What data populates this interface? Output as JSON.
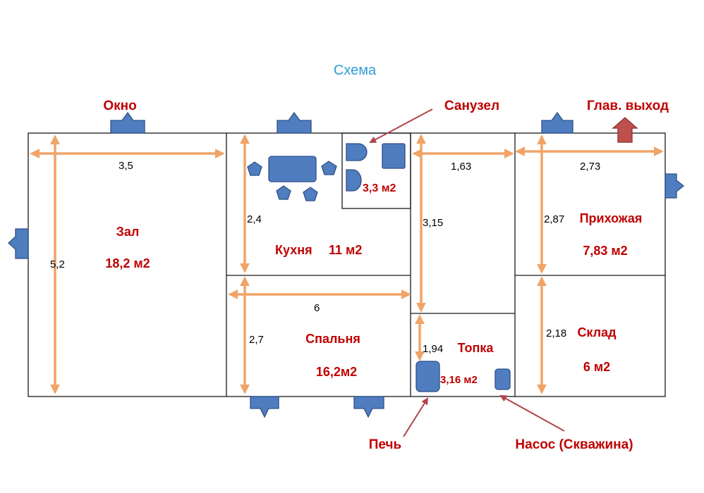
{
  "colors": {
    "wall": "#1a1a1a",
    "dimension_arrow": "#f0a468",
    "furniture_fill": "#4f7dc0",
    "furniture_stroke": "#2e4f86",
    "room_text": "#c00000",
    "callout_text": "#c00000",
    "callout_arrow": "#b0454a",
    "title_text": "#2e9fd6",
    "dimension_text": "#000000"
  },
  "title": "Схема",
  "callouts": {
    "window": "Окно",
    "bathroom": "Санузел",
    "main_exit": "Глав. выход",
    "stove": "Печь",
    "pump": "Насос (Скважина)"
  },
  "rooms": {
    "hall": {
      "name": "Зал",
      "area": "18,2 м2"
    },
    "kitchen": {
      "name": "Кухня",
      "area": "11 м2"
    },
    "bathroom": {
      "area": "3,3 м2"
    },
    "hallway": {
      "name": "Прихожая",
      "area": "7,83 м2"
    },
    "bedroom": {
      "name": "Спальня",
      "area": "16,2м2"
    },
    "boiler": {
      "name": "Топка",
      "area": "3,16 м2"
    },
    "storage": {
      "name": "Склад",
      "area": "6 м2"
    }
  },
  "dimensions": {
    "hall_width": "3,5",
    "hall_length": "5,2",
    "kitchen_height": "2,4",
    "corridor_width": "1,63",
    "corridor_length": "3,15",
    "hallway_width": "2,73",
    "hallway_length": "2,87",
    "bedroom_width": "6",
    "bedroom_height": "2,7",
    "boiler_height": "1,94",
    "storage_length": "2,18"
  }
}
